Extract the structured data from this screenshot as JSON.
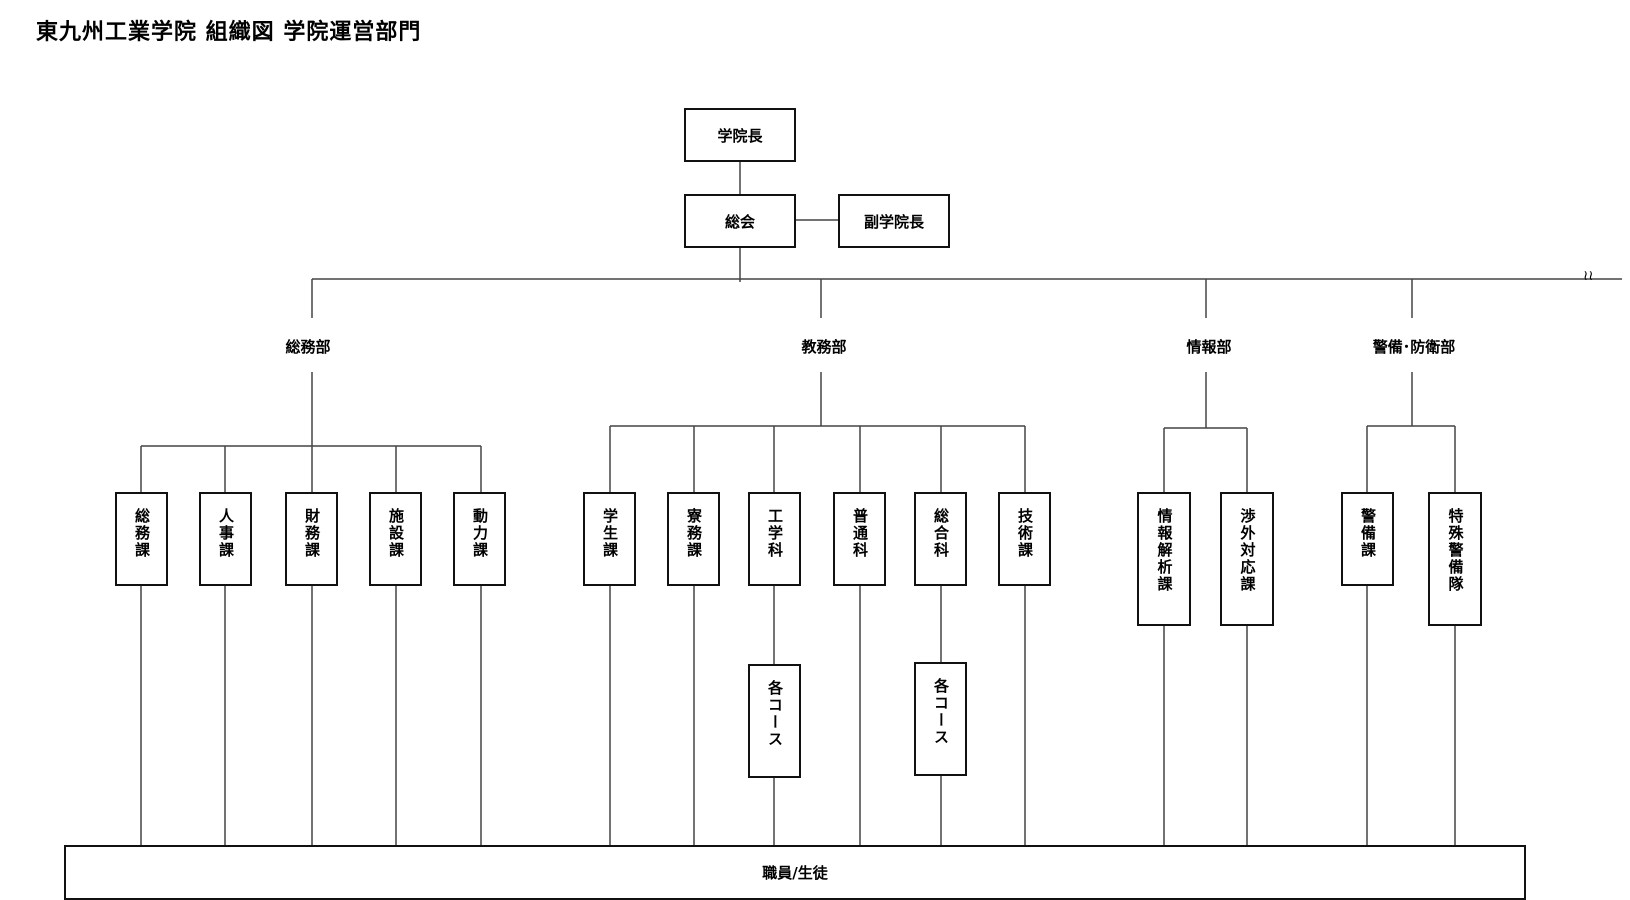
{
  "title": "東九州工業学院 組織図 学院運営部門",
  "top": {
    "president": "学院長",
    "assembly": "総会",
    "vice_president": "副学院長"
  },
  "break_mark": "≀≀",
  "departments": {
    "general_affairs": {
      "name": "総務部",
      "sections": [
        "総務課",
        "人事課",
        "財務課",
        "施設課",
        "動力課"
      ]
    },
    "academic_affairs": {
      "name": "教務部",
      "sections": [
        "学生課",
        "寮務課",
        "工学科",
        "普通科",
        "総合科",
        "技術課"
      ],
      "engineering_courses": "各コース",
      "general_courses": "各コース"
    },
    "information": {
      "name": "情報部",
      "sections": [
        "情報解析課",
        "渉外対応課"
      ]
    },
    "security_defense": {
      "name": "警備･防衛部",
      "sections": [
        "警備課",
        "特殊警備隊"
      ]
    }
  },
  "bottom": "職員/生徒"
}
